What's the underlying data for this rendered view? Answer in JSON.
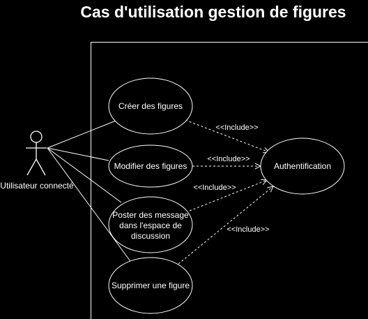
{
  "title": "Cas d'utilisation gestion de figures",
  "actor": {
    "name": "Utilisateur connecté"
  },
  "use_cases": {
    "creer": "Créer des figures",
    "modifier": "Modifier des figures",
    "poster_line1": "Poster des message",
    "poster_line2": "dans l'espace de",
    "poster_line3": "discussion",
    "supprimer": "Supprimer une figure",
    "auth": "Authentification"
  },
  "relations": {
    "include_label": "<<Include>>"
  },
  "colors": {
    "background": "#000000",
    "stroke": "#ffffff",
    "text": "#ffffff"
  }
}
